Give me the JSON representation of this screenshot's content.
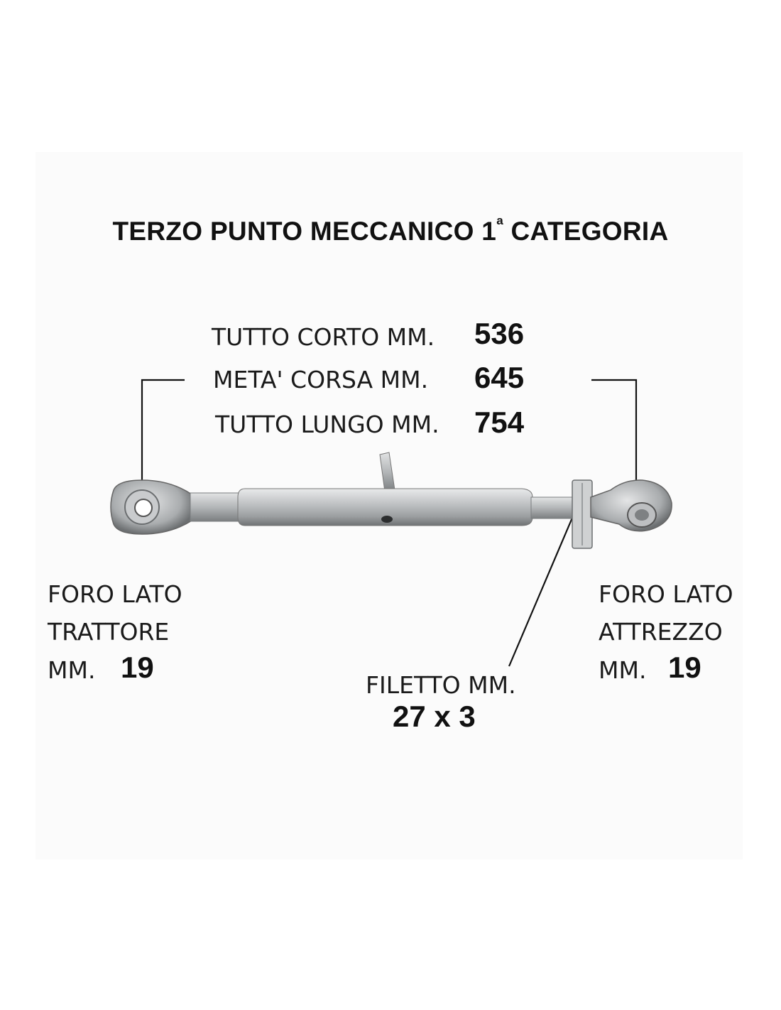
{
  "title": {
    "main": "TERZO PUNTO MECCANICO 1",
    "superscript": "a",
    "suffix": " CATEGORIA"
  },
  "lengths": [
    {
      "label": "TUTTO CORTO MM.",
      "value": "536"
    },
    {
      "label": "META' CORSA MM.",
      "value": "645"
    },
    {
      "label": "TUTTO LUNGO MM.",
      "value": "754"
    }
  ],
  "tractor_hole": {
    "line1": "FORO LATO",
    "line2": "TRATTORE",
    "unit": "MM.",
    "value": "19"
  },
  "implement_hole": {
    "line1": "FORO LATO",
    "line2": "ATTREZZO",
    "unit": "MM.",
    "value": "19"
  },
  "thread": {
    "label": "FILETTO MM.",
    "value": "27 x 3"
  },
  "colors": {
    "metal": "#b9bcbe",
    "metal_dark": "#6e7173",
    "text": "#111111"
  }
}
